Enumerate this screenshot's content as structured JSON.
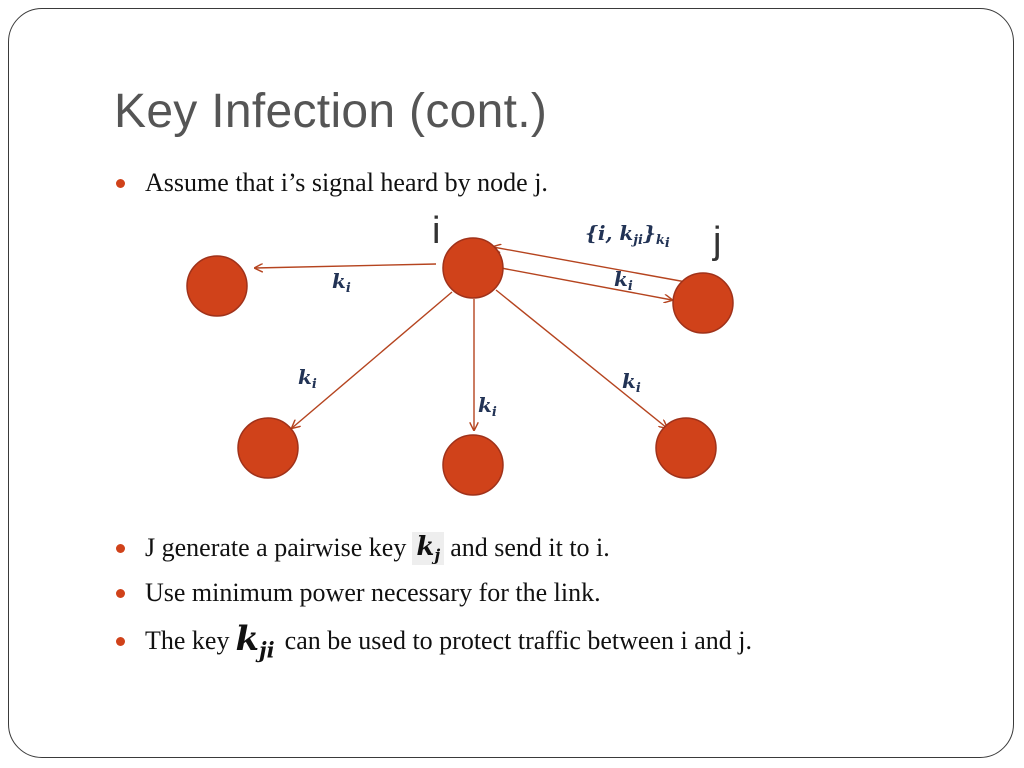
{
  "slide": {
    "title": "Key Infection (cont.)",
    "bullet_1": "Assume that i’s signal heard by node j.",
    "bullet_2_before": "J generate a pairwise key",
    "bullet_2_after": "and send it to i.",
    "bullet_3": "Use minimum power necessary for the link.",
    "bullet_4_before": "The key",
    "bullet_4_after": "can be used to protect traffic between i and j."
  },
  "colors": {
    "node_fill": "#d0421a",
    "node_stroke": "#a0321a",
    "arrow": "#b5441f",
    "bullet": "#d0421a",
    "title": "#555555"
  },
  "math": {
    "k": "k",
    "i": "i",
    "j": "j",
    "ji": "ji",
    "msg_open": "{",
    "msg_mid": ", ",
    "msg_close": "}"
  },
  "diagram": {
    "label_i": "i",
    "label_j": "j"
  }
}
